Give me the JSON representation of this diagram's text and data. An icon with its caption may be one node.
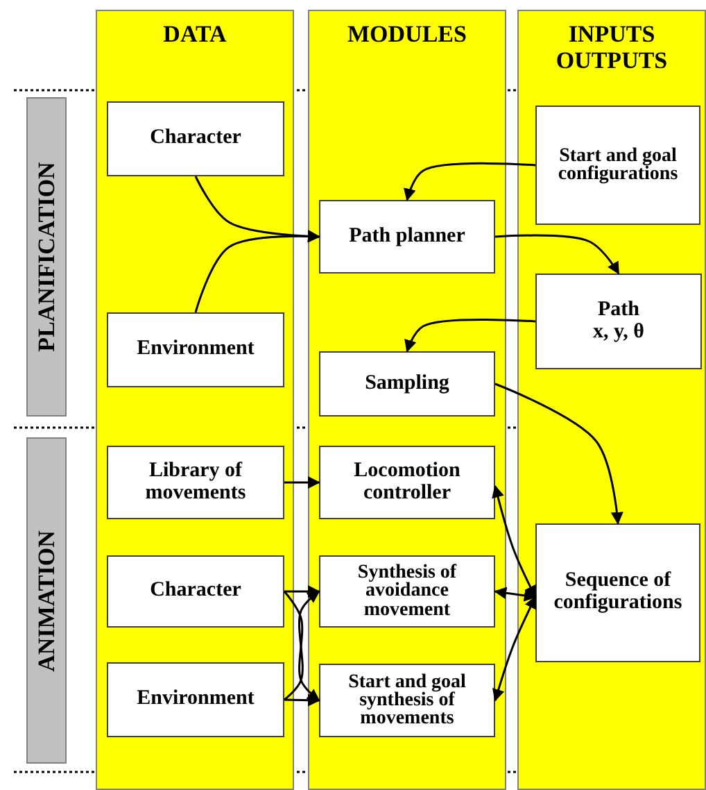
{
  "diagram": {
    "nodes": [
      {
        "text": [
          "DATA"
        ]
      },
      {
        "text": [
          "MODULES"
        ]
      },
      {
        "text": [
          "INPUTS OUTPUTS"
        ]
      },
      {
        "text": [
          "PLANIFICATION"
        ]
      },
      {
        "text": [
          "ANIMATION"
        ]
      },
      {
        "text": [
          "Character"
        ],
        "in": 0
      },
      {
        "text": [
          "Environment"
        ],
        "in": 0
      },
      {
        "text": [
          "Path planner"
        ],
        "in": 1
      },
      {
        "text": [
          "Sampling"
        ],
        "in": 1
      },
      {
        "text": [
          "Start and goal configurations"
        ],
        "in": 2
      },
      {
        "text": [
          "Path",
          "x, y, θ"
        ],
        "in": 2
      },
      {
        "text": [
          "Library of movements"
        ],
        "in": 0
      },
      {
        "text": [
          "Character"
        ],
        "in": 0
      },
      {
        "text": [
          "Environment"
        ],
        "in": 0
      },
      {
        "text": [
          "Locomotion controller"
        ],
        "in": 1
      },
      {
        "text": [
          "Synthesis of avoidance movement"
        ],
        "in": 1
      },
      {
        "text": [
          "Start and goal synthesis of movements"
        ],
        "in": 1
      },
      {
        "text": [
          "Sequence of configurations"
        ],
        "in": 2
      }
    ],
    "edges": [
      {
        "from": 5,
        "to": 7,
        "arrow": "to"
      },
      {
        "from": 6,
        "to": 7,
        "arrow": "to"
      },
      {
        "from": 9,
        "to": 7,
        "arrow": "to"
      },
      {
        "from": 7,
        "to": 10,
        "arrow": "to"
      },
      {
        "from": 10,
        "to": 8,
        "arrow": "to"
      },
      {
        "from": 8,
        "to": 17,
        "arrow": "to"
      },
      {
        "from": 11,
        "to": 14,
        "arrow": "to"
      },
      {
        "from": 12,
        "to": 15,
        "arrow": "to"
      },
      {
        "from": 12,
        "to": 16,
        "arrow": "to"
      },
      {
        "from": 13,
        "to": 16,
        "arrow": "to"
      },
      {
        "from": 13,
        "to": 15,
        "arrow": "to"
      },
      {
        "from": 14,
        "to": 17,
        "arrow": "both"
      },
      {
        "from": 15,
        "to": 17,
        "arrow": "both"
      },
      {
        "from": 16,
        "to": 17,
        "arrow": "both"
      }
    ]
  }
}
